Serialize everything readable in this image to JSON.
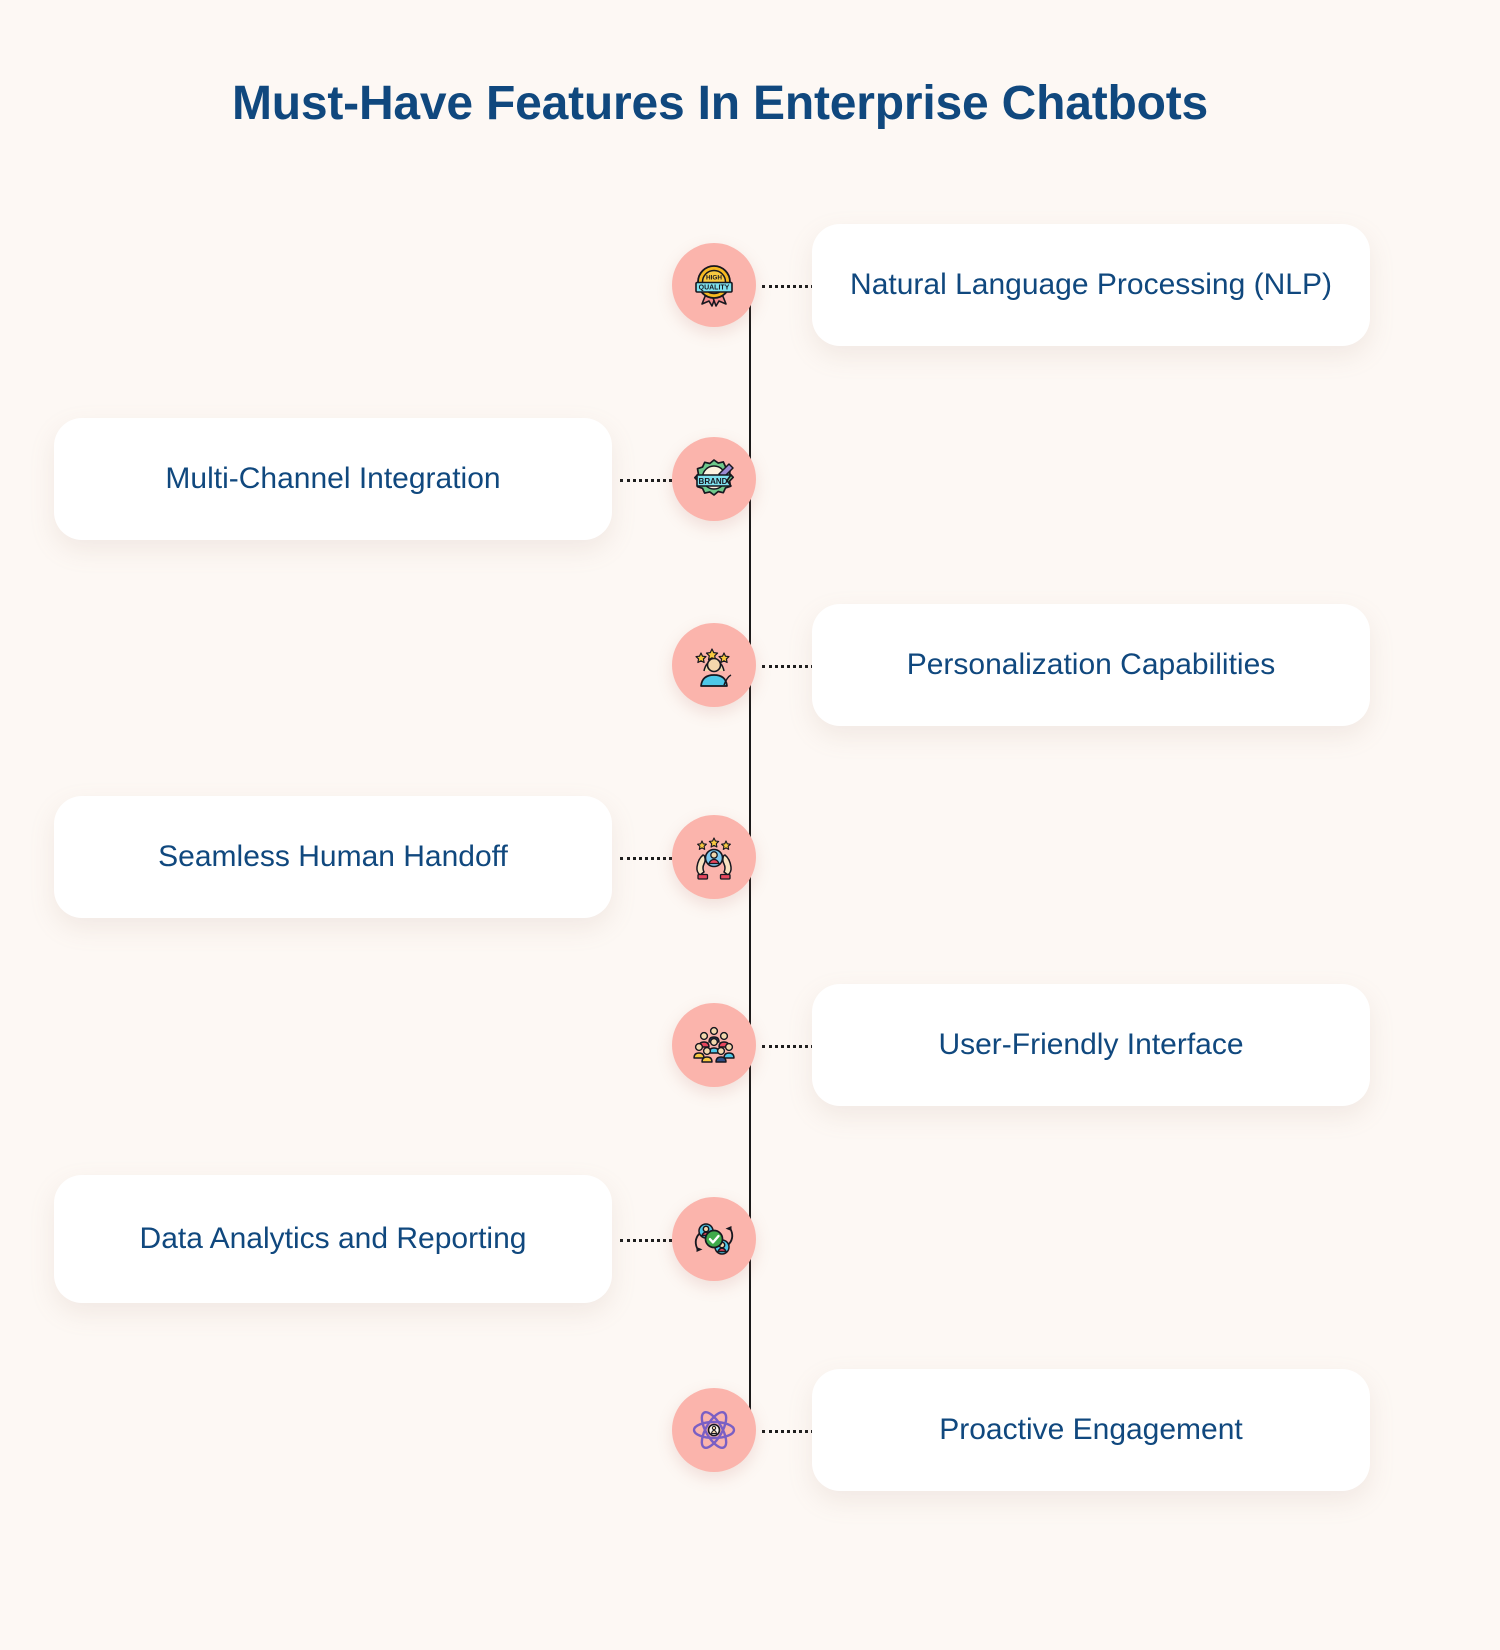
{
  "title": "Must-Have Features In Enterprise Chatbots",
  "theme": {
    "background": "#fdf8f4",
    "title_color": "#10487e",
    "card_background": "#ffffff",
    "card_text_color": "#10487e",
    "node_circle_color": "#fbb4ac",
    "spine_color": "#1a1a1a",
    "connector_color": "#1d1d1d"
  },
  "items": [
    {
      "label": "Natural Language Processing (NLP)",
      "side": "right",
      "icon": "high-quality-badge-icon",
      "lines": 2
    },
    {
      "label": "Multi-Channel Integration",
      "side": "left",
      "icon": "brand-paintbrush-badge-icon",
      "lines": 1
    },
    {
      "label": "Personalization Capabilities",
      "side": "right",
      "icon": "person-with-stars-icon",
      "lines": 1
    },
    {
      "label": "Seamless Human Handoff",
      "side": "left",
      "icon": "hands-holding-person-icon",
      "lines": 1
    },
    {
      "label": "User-Friendly Interface",
      "side": "right",
      "icon": "group-of-people-icon",
      "lines": 1
    },
    {
      "label": "Data Analytics and Reporting",
      "side": "left",
      "icon": "people-cycle-check-icon",
      "lines": 2
    },
    {
      "label": "Proactive Engagement",
      "side": "right",
      "icon": "atom-icon",
      "lines": 1
    }
  ]
}
